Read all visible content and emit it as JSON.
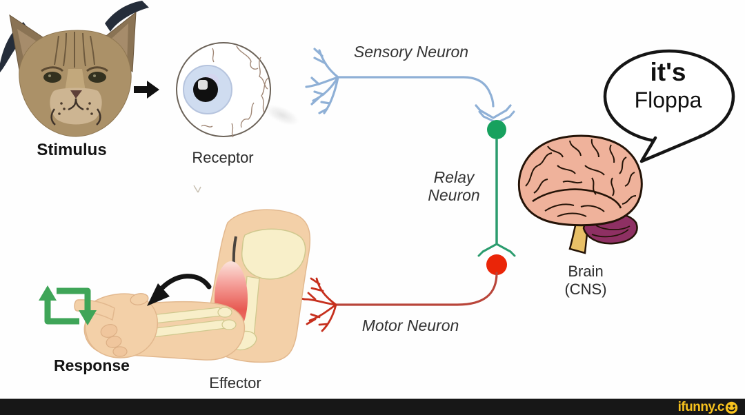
{
  "diagram": {
    "stimulus_label": "Stimulus",
    "receptor_label": "Receptor",
    "sensory_neuron_label": "Sensory Neuron",
    "relay_neuron_label_line1": "Relay",
    "relay_neuron_label_line2": "Neuron",
    "motor_neuron_label": "Motor Neuron",
    "brain_label_line1": "Brain",
    "brain_label_line2": "(CNS)",
    "response_label": "Response",
    "effector_label": "Effector",
    "icons": {
      "stimulus_image": "floppa-cat-head",
      "receptor_image": "eyeball",
      "brain_image": "brain-cartoon",
      "effector_image": "arm-muscle",
      "response_image": "repost-loop-arrows",
      "flow_arrow": "right-arrow",
      "movement_arrow": "curved-arrow"
    },
    "colors": {
      "sensory_neuron_blue": "#8FB0D6",
      "relay_neuron_green": "#2B9C6E",
      "relay_synapse_dot_green": "#17A15E",
      "motor_synapse_dot_red": "#EA2508",
      "motor_neuron_red": "#B9453A",
      "response_icon_green": "#3FA558",
      "watermark_yellow": "#F7C21E"
    }
  },
  "speech_bubble": {
    "line1": "it's",
    "line2": "Floppa"
  },
  "watermark": {
    "text": "ifunny.c",
    "smiley": "smiley-face-o"
  }
}
